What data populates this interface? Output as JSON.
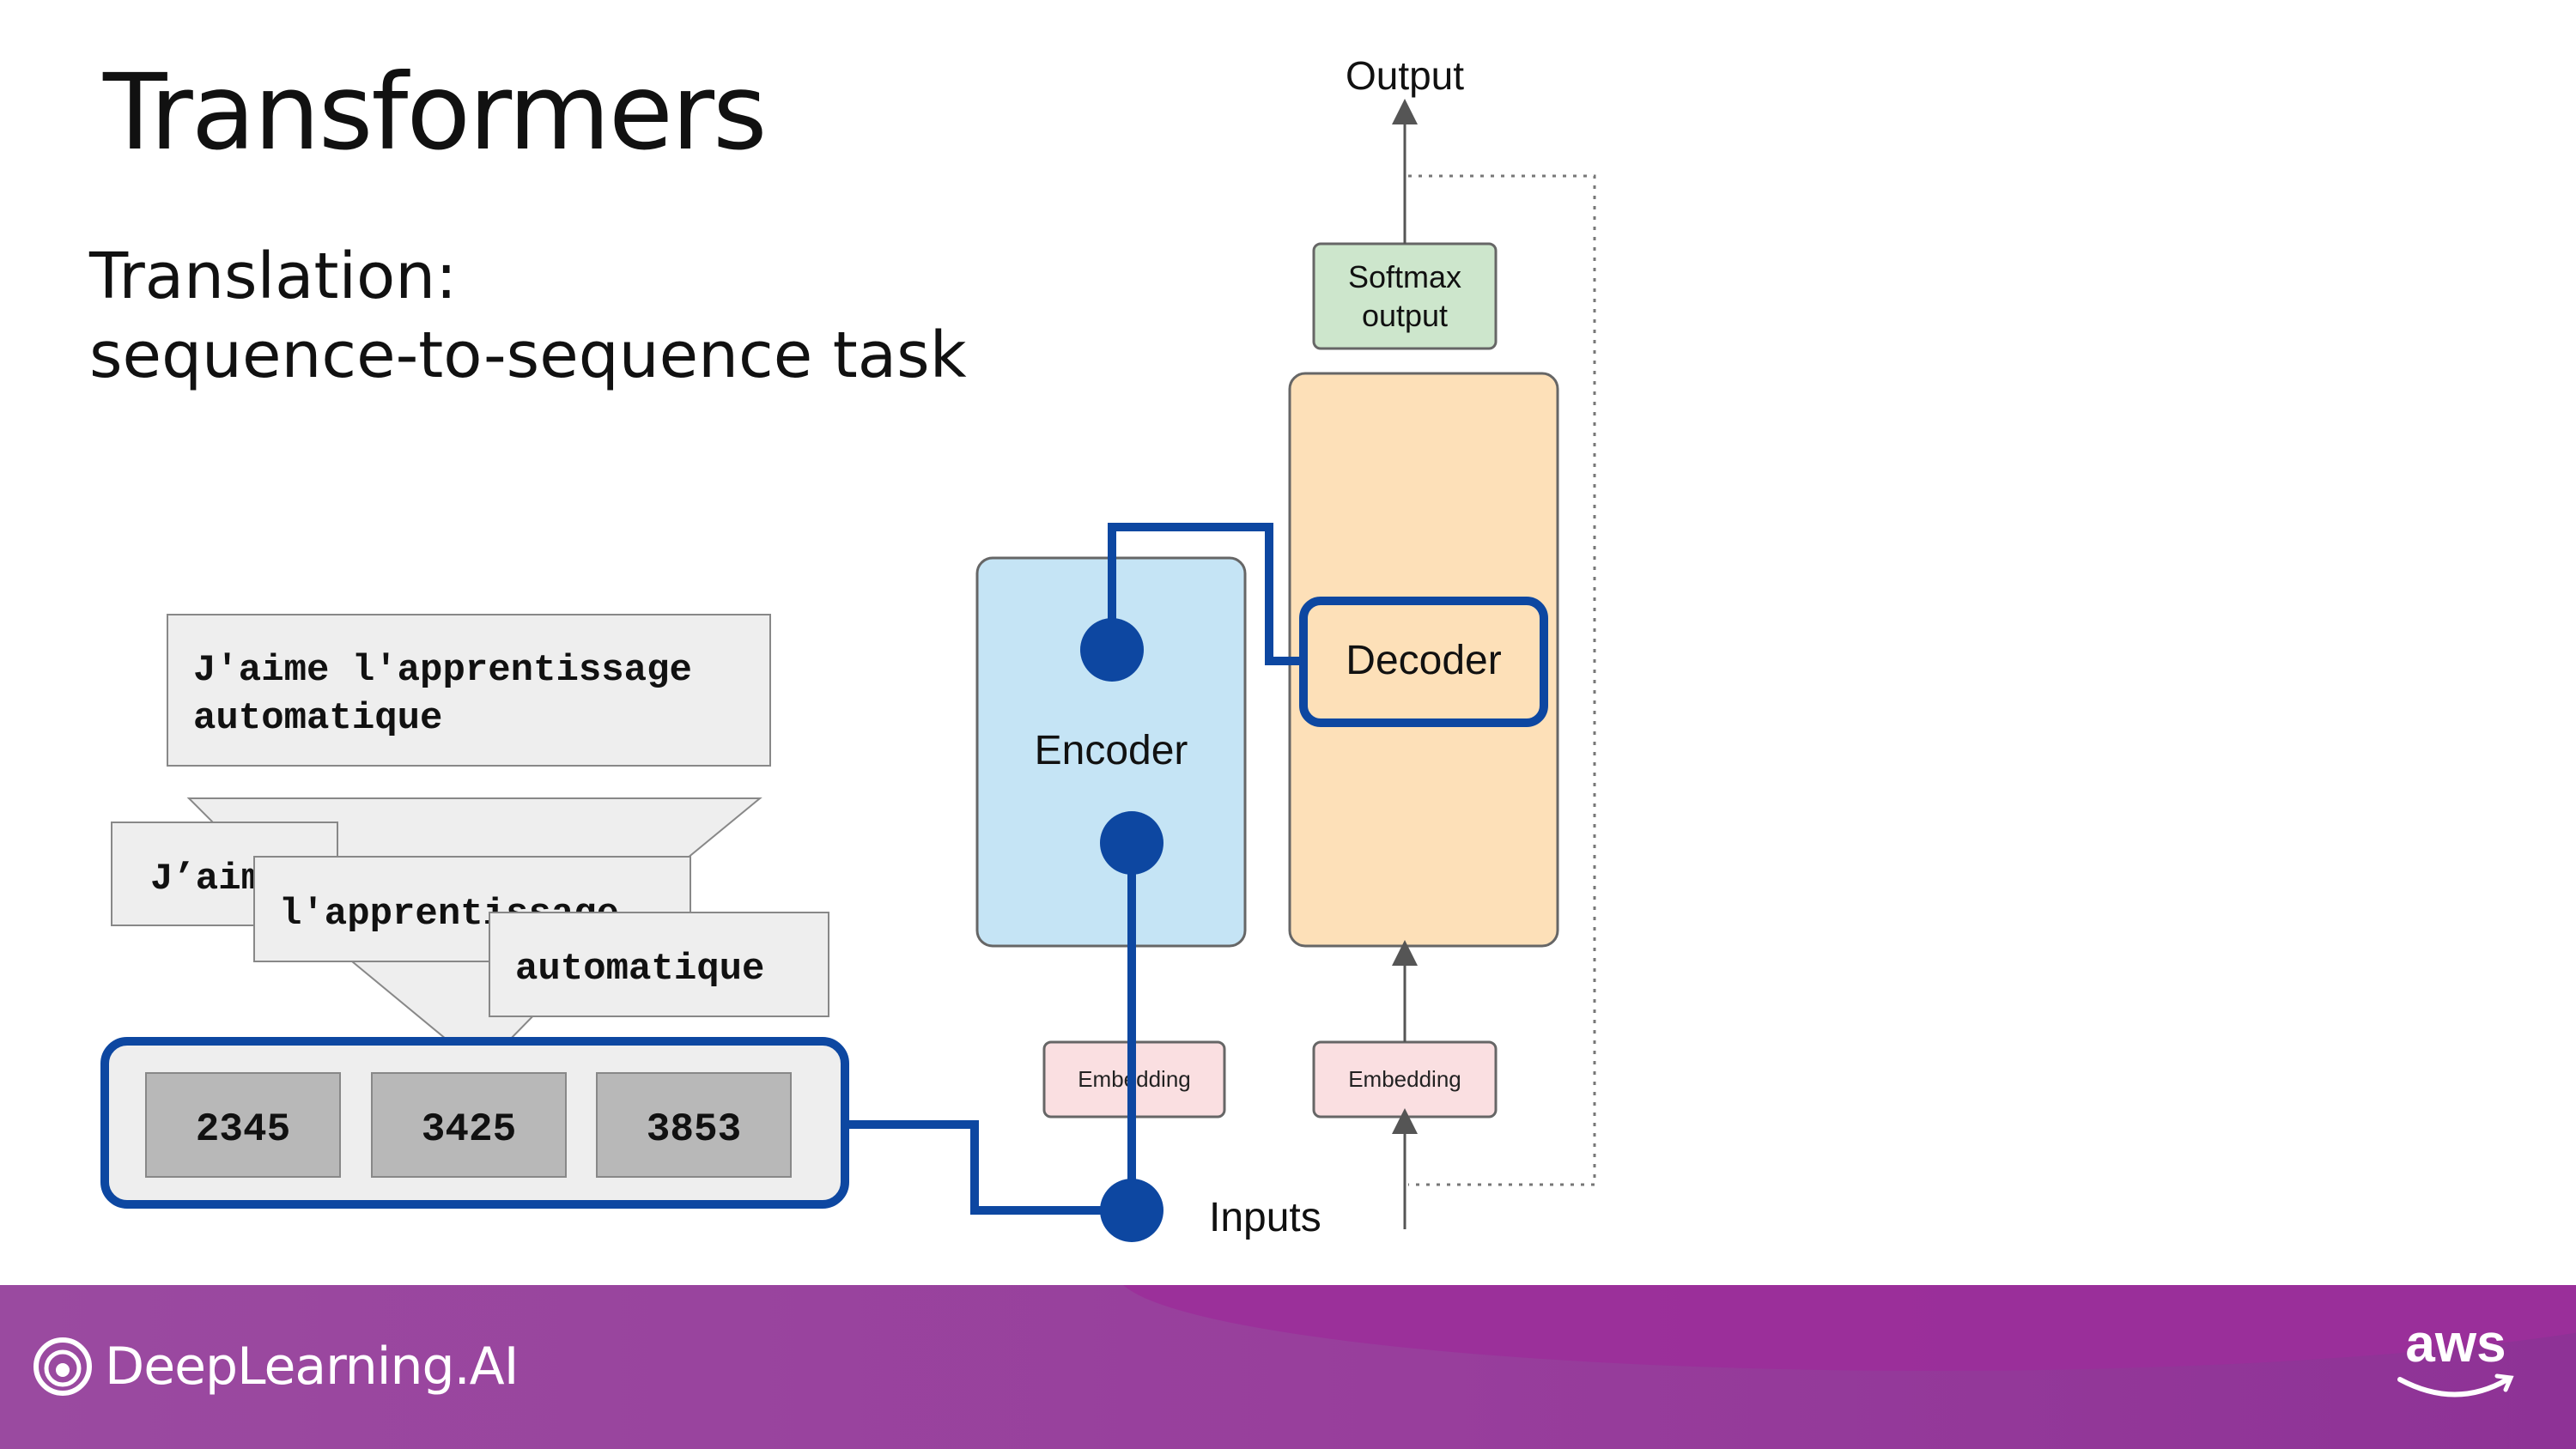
{
  "slide": {
    "title": "Transformers",
    "subtitle_line1": "Translation:",
    "subtitle_line2": "sequence-to-sequence task"
  },
  "translation": {
    "sentence_line1": "J'aime l'apprentissage",
    "sentence_line2": "automatique",
    "tokens": [
      "J’aime",
      "l'apprentissage",
      "automatique"
    ],
    "token_ids": [
      "2345",
      "3425",
      "3853"
    ]
  },
  "architecture": {
    "output_label": "Output",
    "softmax_line1": "Softmax",
    "softmax_line2": "output",
    "encoder_label": "Encoder",
    "decoder_label": "Decoder",
    "encoder_embedding_label": "Embedding",
    "decoder_embedding_label": "Embedding",
    "inputs_label": "Inputs"
  },
  "footer": {
    "brand": "DeepLearning.AI",
    "partner": "aws"
  },
  "colors": {
    "highlight_blue": "#0d47a1",
    "encoder_fill": "#c5e4f5",
    "decoder_fill": "#fde0b8",
    "softmax_fill": "#cde6cc",
    "embedding_fill": "#fadfe1",
    "footer_purple": "#9a4aa0"
  }
}
